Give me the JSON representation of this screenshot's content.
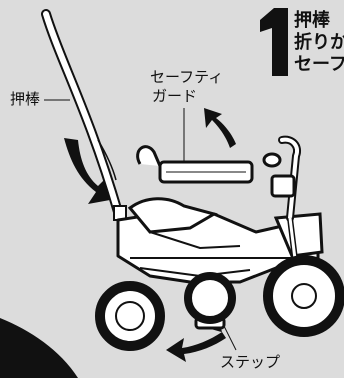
{
  "step_number": "1",
  "heading": {
    "line1": "押棒",
    "line2": "折りか",
    "line3": "セーフ"
  },
  "labels": {
    "push_handle": "押棒",
    "safety_guard_line1": "セーフティ",
    "safety_guard_line2": "ガード",
    "step": "ステップ"
  },
  "colors": {
    "background": "#dcdcdc",
    "ink": "#111111",
    "frame": "#ffffff"
  }
}
